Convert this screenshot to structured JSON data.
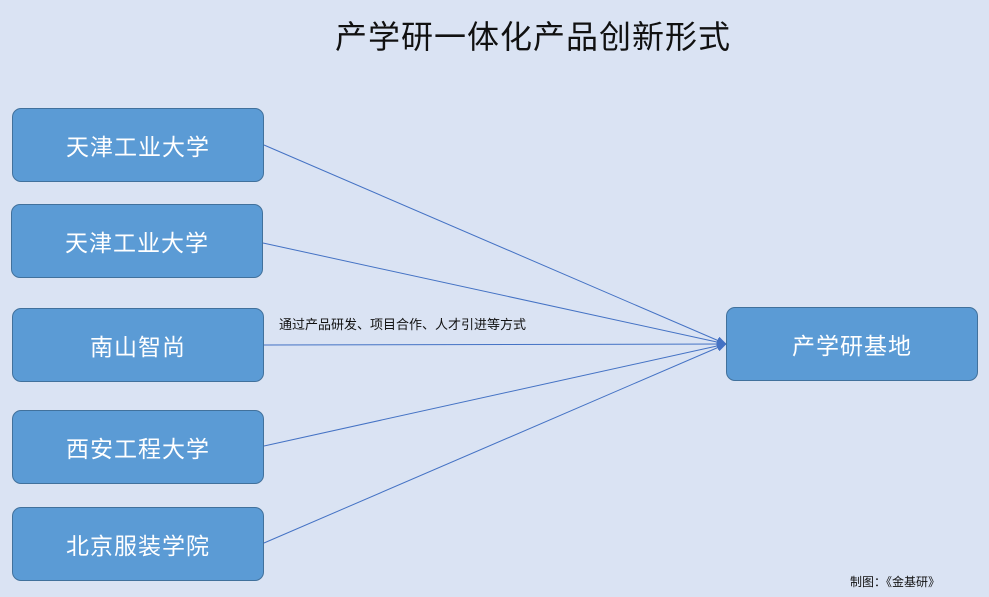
{
  "title": "产学研一体化产品创新形式",
  "sources": [
    "天津工业大学",
    "天津工业大学",
    "南山智尚",
    "西安工程大学",
    "北京服装学院"
  ],
  "target": "产学研基地",
  "edge_label": "通过产品研发、项目合作、人才引进等方式",
  "credit": "制图：《金基研》",
  "colors": {
    "background": "#dae3f3",
    "box_fill": "#5b9bd5",
    "box_border": "#41719c",
    "arrow": "#4472c4"
  }
}
